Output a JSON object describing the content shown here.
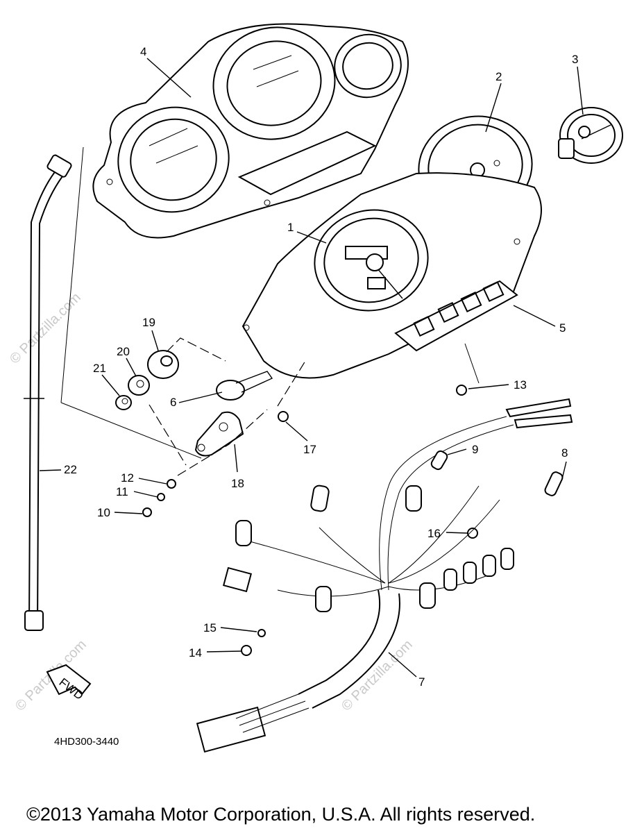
{
  "watermark": "© Partzilla.com",
  "diagram_code": "4HD300-3440",
  "copyright": "©2013 Yamaha Motor Corporation, U.S.A. All rights reserved.",
  "fwd_label": "FWD",
  "callouts": [
    "1",
    "2",
    "3",
    "4",
    "5",
    "6",
    "7",
    "8",
    "9",
    "10",
    "11",
    "12",
    "13",
    "14",
    "15",
    "16",
    "17",
    "18",
    "19",
    "20",
    "21",
    "22"
  ]
}
